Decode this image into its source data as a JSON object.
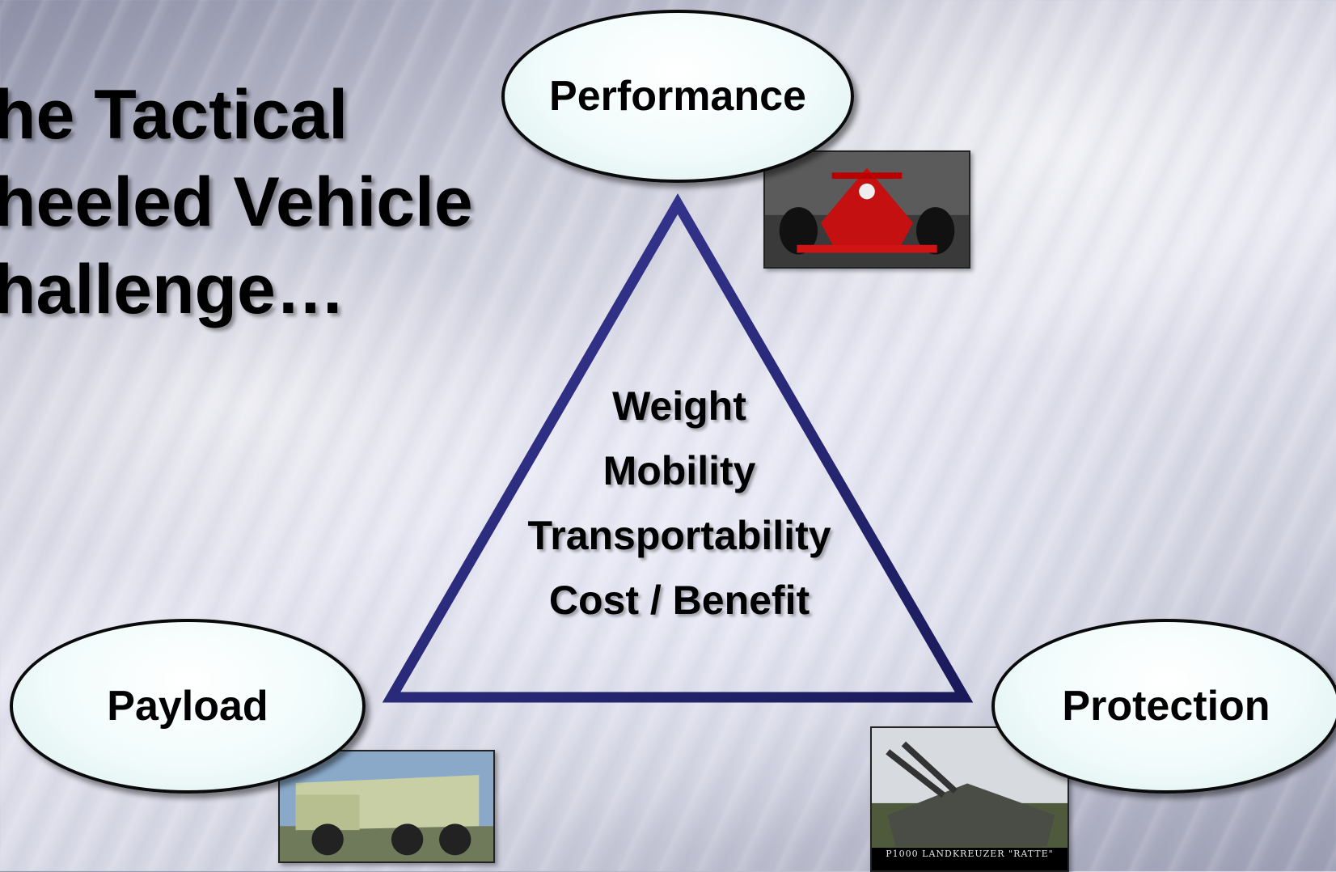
{
  "title": "he Tactical\nheeled Vehicle\nhallenge…",
  "nodes": {
    "top": "Performance",
    "left": "Payload",
    "right": "Protection"
  },
  "center": [
    "Weight",
    "Mobility",
    "Transportability",
    "Cost / Benefit"
  ],
  "photos": {
    "performance": "race-car-photo",
    "payload": "dump-truck-photo",
    "protection": "tank-photo",
    "protection_caption": "P1000 LANDKREUZER \"RATTE\""
  },
  "colors": {
    "triangle_stroke": "#1f1f6b",
    "node_fill": "#f1fbfb"
  }
}
